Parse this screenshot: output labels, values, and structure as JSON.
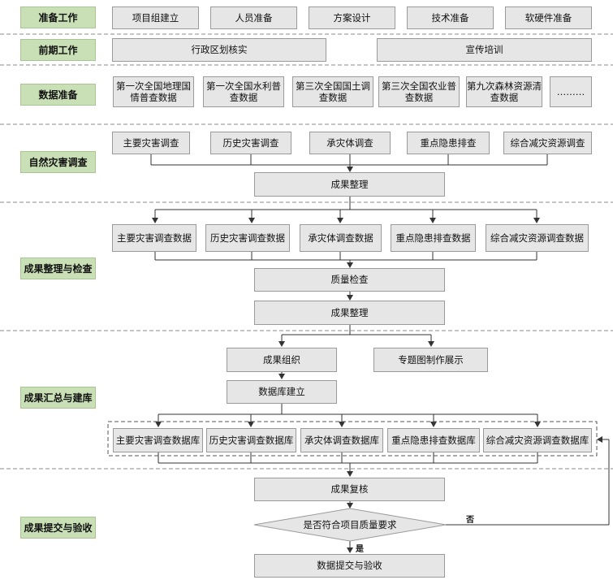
{
  "stages": {
    "prep": "准备工作",
    "early": "前期工作",
    "data_prep": "数据准备",
    "survey": "自然灾害调查",
    "organize": "成果整理与检查",
    "summary": "成果汇总与建库",
    "submit": "成果提交与验收"
  },
  "prep_items": [
    "项目组建立",
    "人员准备",
    "方案设计",
    "技术准备",
    "软硬件准备"
  ],
  "early_items": [
    "行政区划核实",
    "宣传培训"
  ],
  "data_items": [
    "第一次全国地理国情普查数据",
    "第一次全国水利普查数据",
    "第三次全国国土调查数据",
    "第三次全国农业普查数据",
    "第九次森林资源清查数据",
    "………"
  ],
  "survey_items": [
    "主要灾害调查",
    "历史灾害调查",
    "承灾体调查",
    "重点隐患排查",
    "综合减灾资源调查"
  ],
  "survey_result": "成果整理",
  "check_items": [
    "主要灾害调查数据",
    "历史灾害调查数据",
    "承灾体调查数据",
    "重点隐患排查数据",
    "综合减灾资源调查数据"
  ],
  "quality_check": "质量检查",
  "check_result": "成果整理",
  "organize_result": "成果组织",
  "thematic_map": "专题图制作展示",
  "db_build": "数据库建立",
  "db_items": [
    "主要灾害调查数据库",
    "历史灾害调查数据库",
    "承灾体调查数据库",
    "重点隐患排查数据库",
    "综合减灾资源调查数据库"
  ],
  "review": "成果复核",
  "decision": "是否符合项目质量要求",
  "yes_label": "是",
  "no_label": "否",
  "final": "数据提交与验收"
}
